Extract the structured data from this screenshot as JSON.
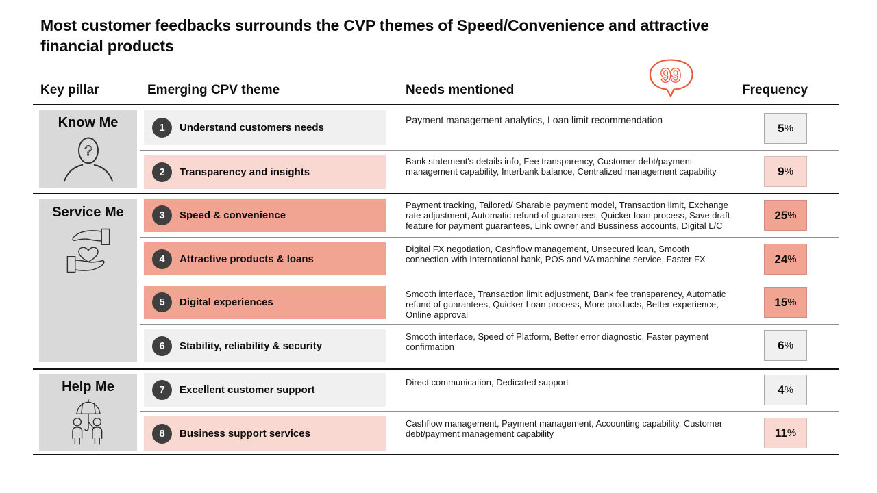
{
  "title": "Most customer feedbacks surrounds the CVP themes of Speed/Convenience and attractive financial products",
  "columns": {
    "key_pillar": "Key pillar",
    "theme": "Emerging CPV theme",
    "needs": "Needs mentioned",
    "frequency": "Frequency"
  },
  "percent": "%",
  "colors": {
    "accent": "#E8593C",
    "salmon": "#F1A492",
    "pink": "#F8D8D0",
    "gray_row": "#F0F0F0",
    "pillar_gray": "#D9D9D9",
    "badge": "#3F3F3F",
    "line_dark": "#121212",
    "line_light": "#8F8F8F"
  },
  "pillars": [
    {
      "label": "Know Me",
      "icon": "person-question-icon"
    },
    {
      "label": "Service Me",
      "icon": "hands-heart-icon"
    },
    {
      "label": "Help Me",
      "icon": "family-umbrella-icon"
    }
  ],
  "rows": [
    {
      "number": "1",
      "theme": "Understand customers needs",
      "needs": "Payment management analytics, Loan limit recommendation",
      "frequency": "5",
      "tone": "gray"
    },
    {
      "number": "2",
      "theme": "Transparency and insights",
      "needs": "Bank statement's details info, Fee transparency, Customer debt/payment management capability, Interbank balance, Centralized management capability",
      "frequency": "9",
      "tone": "pink"
    },
    {
      "number": "3",
      "theme": "Speed & convenience",
      "needs": "Payment tracking, Tailored/ Sharable payment model, Transaction limit, Exchange rate adjustment, Automatic refund of guarantees, Quicker loan process, Save draft feature for payment guarantees, Link owner and Bussiness accounts, Digital L/C",
      "frequency": "25",
      "tone": "salmon"
    },
    {
      "number": "4",
      "theme": "Attractive products & loans",
      "needs": "Digital FX negotiation, Cashflow management, Unsecured loan, Smooth connection with International bank, POS and VA machine service, Faster FX",
      "frequency": "24",
      "tone": "salmon"
    },
    {
      "number": "5",
      "theme": "Digital experiences",
      "needs": "Smooth interface, Transaction limit adjustment, Bank fee transparency, Automatic refund of guarantees, Quicker Loan process, More products, Better experience, Online approval",
      "frequency": "15",
      "tone": "salmon"
    },
    {
      "number": "6",
      "theme": "Stability, reliability & security",
      "needs": "Smooth interface, Speed of Platform, Better error diagnostic, Faster payment confirmation",
      "frequency": "6",
      "tone": "gray"
    },
    {
      "number": "7",
      "theme": "Excellent customer support",
      "needs": "Direct communication, Dedicated support",
      "frequency": "4",
      "tone": "gray"
    },
    {
      "number": "8",
      "theme": "Business support services",
      "needs": "Cashflow management, Payment management, Accounting capability, Customer debt/payment management capability",
      "frequency": "11",
      "tone": "pink"
    }
  ]
}
